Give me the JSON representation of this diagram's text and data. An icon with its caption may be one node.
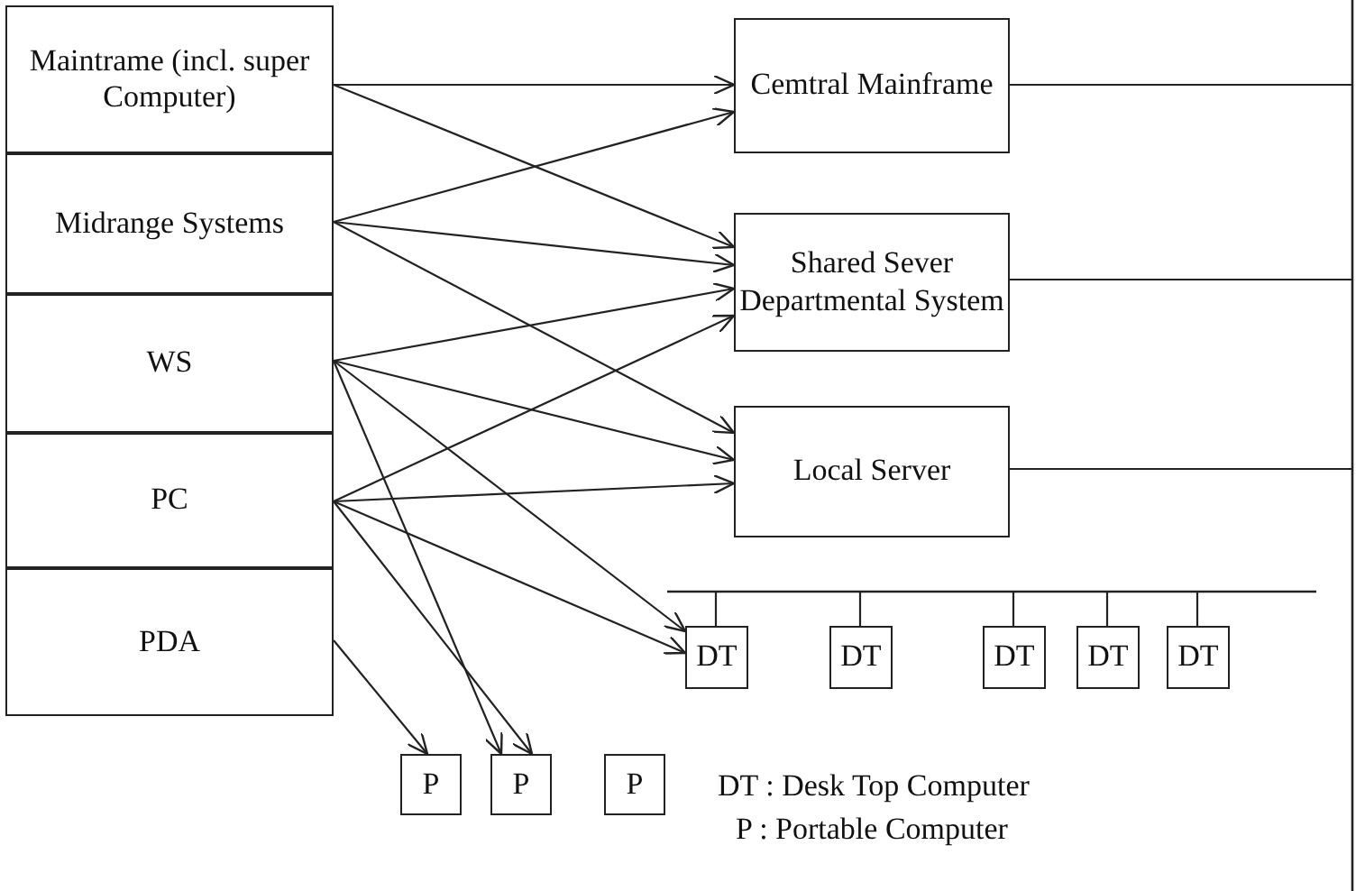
{
  "diagram": {
    "nodes": [
      {
        "text": [
          "Maintrame (incl. super Computer)"
        ]
      },
      {
        "text": [
          "Midrange Systems"
        ]
      },
      {
        "text": [
          "WS"
        ]
      },
      {
        "text": [
          "PC"
        ]
      },
      {
        "text": [
          "PDA"
        ]
      },
      {
        "text": [
          "Cemtral Mainframe"
        ]
      },
      {
        "text": [
          "Shared Sever Departmental System"
        ]
      },
      {
        "text": [
          "Local Server"
        ]
      },
      {
        "text": [
          "DT"
        ]
      },
      {
        "text": [
          "DT"
        ]
      },
      {
        "text": [
          "DT"
        ]
      },
      {
        "text": [
          "DT"
        ]
      },
      {
        "text": [
          "DT"
        ]
      },
      {
        "text": [
          "P"
        ]
      },
      {
        "text": [
          "P"
        ]
      },
      {
        "text": [
          "P"
        ]
      }
    ],
    "edges": [
      {
        "from": 0,
        "to": 5,
        "arrow": "to"
      },
      {
        "from": 0,
        "to": 6,
        "arrow": "to"
      },
      {
        "from": 1,
        "to": 5,
        "arrow": "to"
      },
      {
        "from": 1,
        "to": 6,
        "arrow": "to"
      },
      {
        "from": 1,
        "to": 7,
        "arrow": "to"
      },
      {
        "from": 2,
        "to": 6,
        "arrow": "to"
      },
      {
        "from": 2,
        "to": 7,
        "arrow": "to"
      },
      {
        "from": 2,
        "to": 8,
        "arrow": "to"
      },
      {
        "from": 2,
        "to": 14,
        "arrow": "to"
      },
      {
        "from": 3,
        "to": 6,
        "arrow": "to"
      },
      {
        "from": 3,
        "to": 7,
        "arrow": "to"
      },
      {
        "from": 3,
        "to": 8,
        "arrow": "to"
      },
      {
        "from": 3,
        "to": 14,
        "arrow": "to"
      },
      {
        "from": 4,
        "to": 13,
        "arrow": "to"
      },
      {
        "from": 5,
        "to": null,
        "arrow": "none"
      },
      {
        "from": 6,
        "to": null,
        "arrow": "none"
      },
      {
        "from": 7,
        "to": null,
        "arrow": "none"
      },
      {
        "from": null,
        "to": 8,
        "arrow": "none"
      },
      {
        "from": null,
        "to": 9,
        "arrow": "none"
      },
      {
        "from": null,
        "to": 10,
        "arrow": "none"
      },
      {
        "from": null,
        "to": 11,
        "arrow": "none"
      },
      {
        "from": null,
        "to": 12,
        "arrow": "none"
      }
    ],
    "labels": [
      "DT : Desk Top Computer",
      "P : Portable Computer"
    ]
  }
}
